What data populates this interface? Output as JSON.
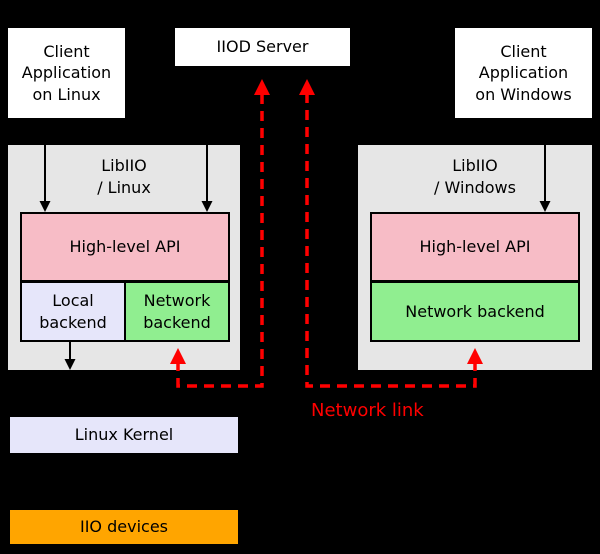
{
  "colors": {
    "background": "#000000",
    "box_white": "#ffffff",
    "container_gray": "#e6e6e6",
    "api_pink": "#f7bcc6",
    "backend_green": "#90ee90",
    "kernel_lavender": "#e6e6fa",
    "devices_orange": "#ffa500",
    "network_red": "#ff0000"
  },
  "nodes": {
    "client_linux": "Client\nApplication\non Linux",
    "iiod_server": "IIOD Server",
    "client_windows": "Client\nApplication\non Windows",
    "libiio_linux": "LibIIO\n/ Linux",
    "libiio_windows": "LibIIO\n/ Windows",
    "high_level_api_left": "High-level API",
    "high_level_api_right": "High-level API",
    "local_backend": "Local\nbackend",
    "network_backend_left": "Network\nbackend",
    "network_backend_right": "Network backend",
    "linux_kernel": "Linux Kernel",
    "iio_devices": "IIO devices",
    "network_link_label": "Network link"
  }
}
